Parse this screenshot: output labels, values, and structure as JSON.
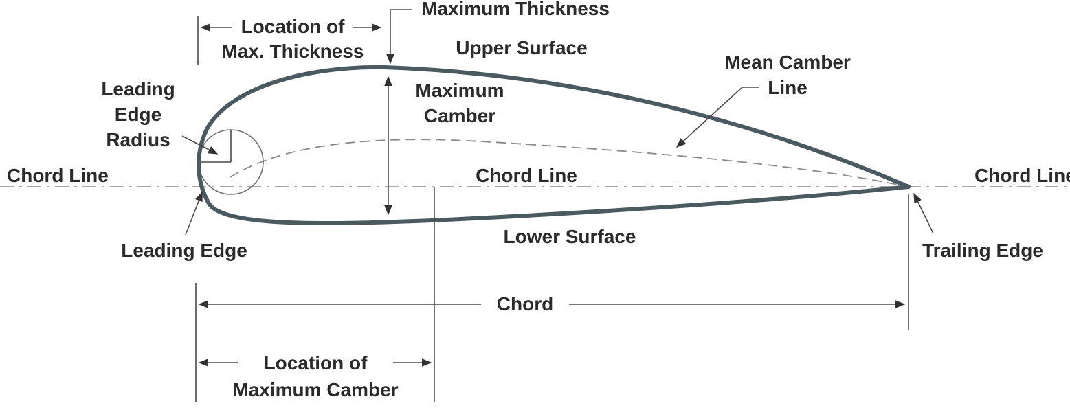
{
  "labels": {
    "location_max_thickness_1": "Location of",
    "location_max_thickness_2": "Max. Thickness",
    "maximum_thickness": "Maximum Thickness",
    "upper_surface": "Upper Surface",
    "mean_camber_line_1": "Mean Camber",
    "mean_camber_line_2": "Line",
    "leading_edge_radius_1": "Leading",
    "leading_edge_radius_2": "Edge",
    "leading_edge_radius_3": "Radius",
    "maximum_camber_1": "Maximum",
    "maximum_camber_2": "Camber",
    "chord_line_left": "Chord Line",
    "chord_line_center": "Chord Line",
    "chord_line_right": "Chord Line",
    "leading_edge": "Leading Edge",
    "lower_surface": "Lower Surface",
    "trailing_edge": "Trailing Edge",
    "chord": "Chord",
    "location_max_camber_1": "Location of",
    "location_max_camber_2": "Maximum Camber"
  },
  "colors": {
    "airfoil_outline": "#4b5a60",
    "text": "#2b2b2b",
    "background": "#ffffff"
  }
}
